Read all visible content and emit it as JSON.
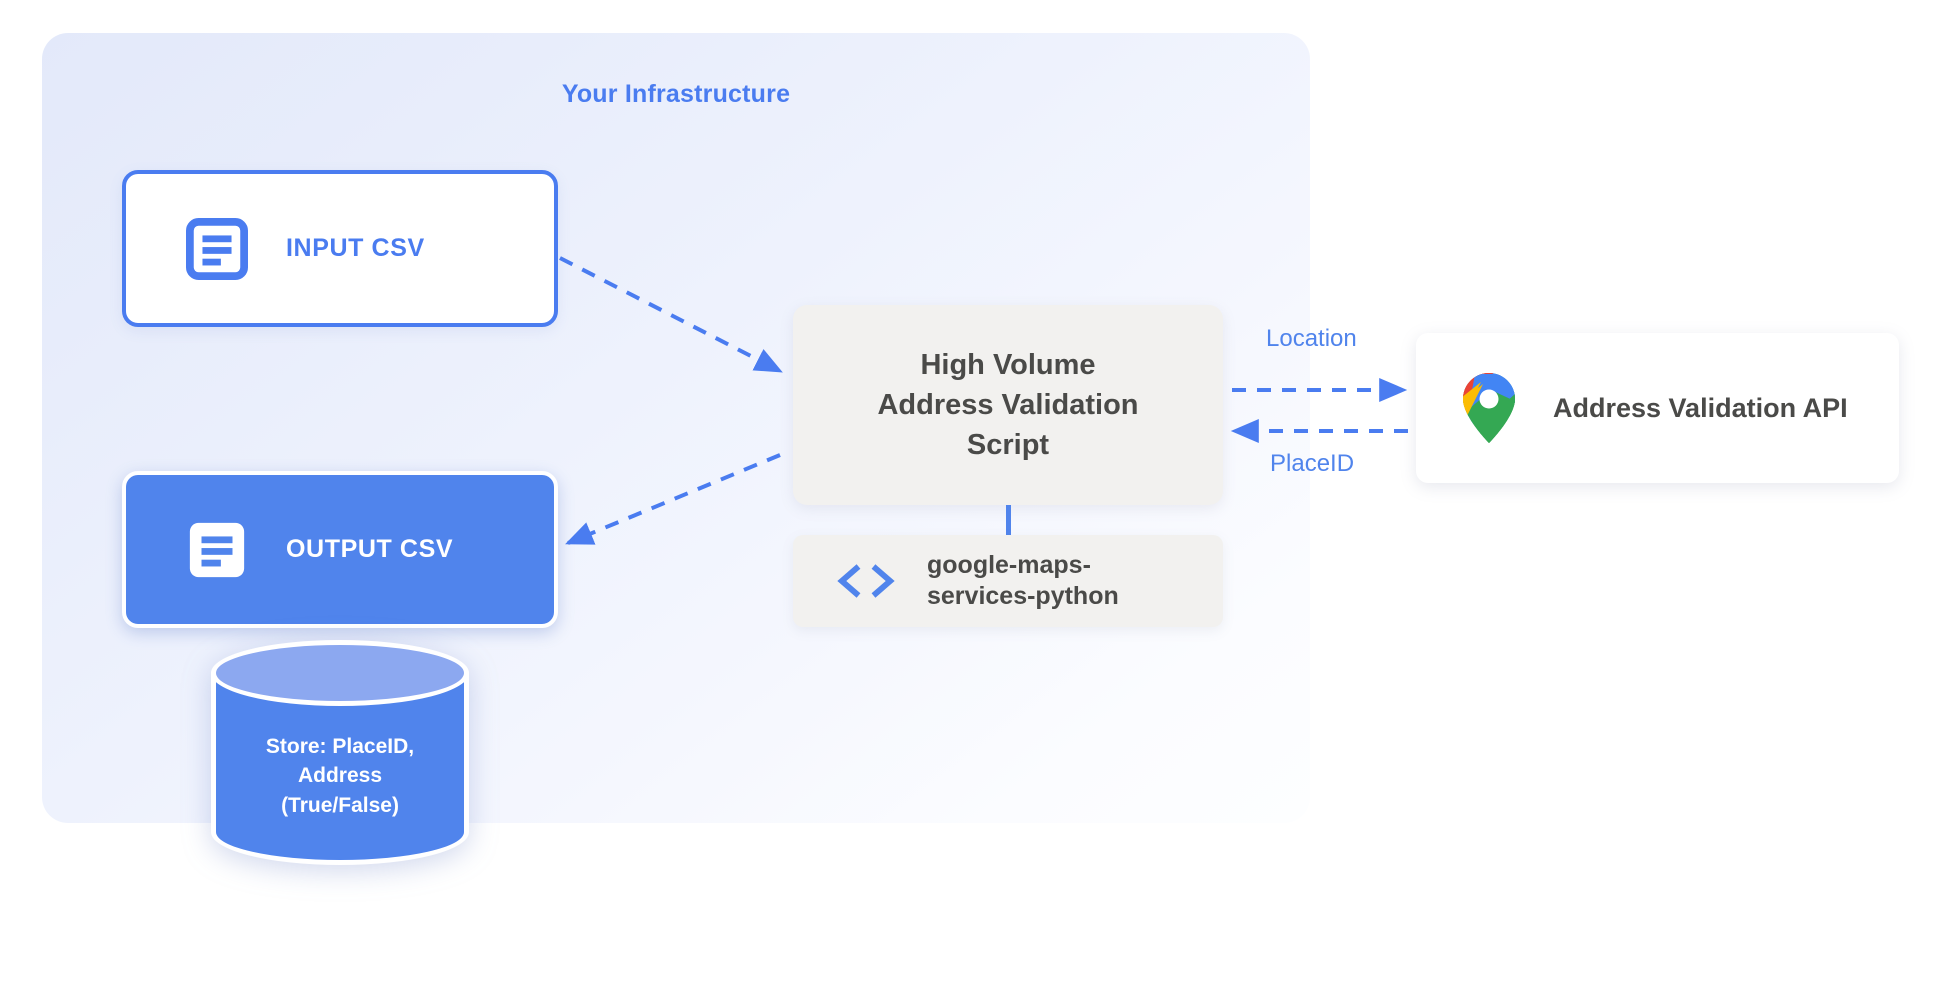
{
  "panel": {
    "title": "Your Infrastructure"
  },
  "nodes": {
    "input_csv": {
      "label": "INPUT CSV",
      "icon": "document-icon"
    },
    "output_csv": {
      "label": "OUTPUT CSV",
      "icon": "document-icon"
    },
    "script": {
      "line1": "High Volume",
      "line2": "Address Validation",
      "line3": "Script"
    },
    "library": {
      "line1": "google-maps-",
      "line2": "services-python",
      "icon": "code-brackets-icon"
    },
    "api": {
      "label": "Address Validation API",
      "icon": "google-maps-pin-icon"
    },
    "database": {
      "line1": "Store: PlaceID,",
      "line2": "Address",
      "line3": "(True/False)"
    }
  },
  "edges": {
    "location_label": "Location",
    "placeid_label": "PlaceID"
  },
  "colors": {
    "brand_blue": "#4a7cf0",
    "fill_blue": "#5084ec",
    "cylinder_top": "#8ca8f0",
    "card_gray": "#f2f1ef",
    "text_dark": "#4a4a48",
    "panel_bg": "#e3e9fa",
    "white": "#ffffff",
    "gmaps_red": "#ea4335",
    "gmaps_yellow": "#fbbc04",
    "gmaps_green": "#34a853",
    "gmaps_blue": "#4285f4"
  }
}
